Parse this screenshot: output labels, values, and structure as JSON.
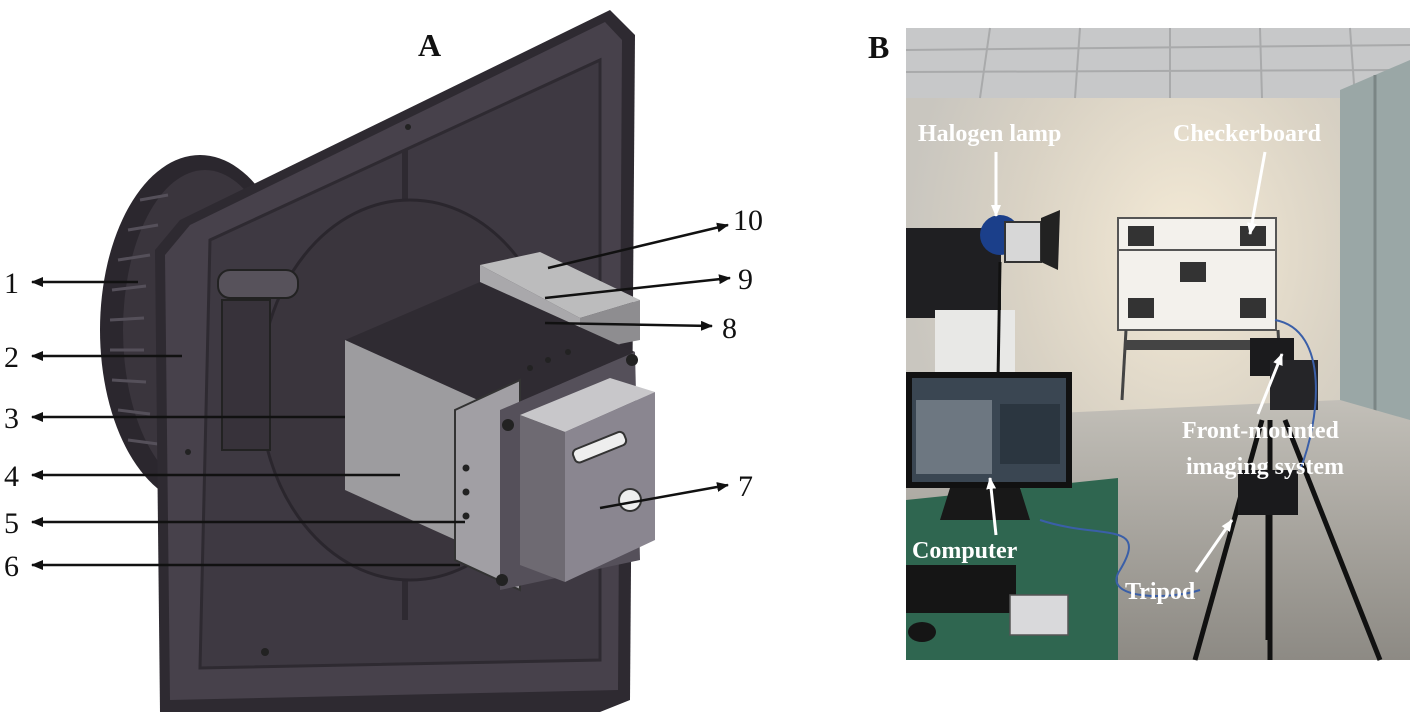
{
  "panel_a": {
    "letter": "A",
    "callouts": [
      "1",
      "2",
      "3",
      "4",
      "5",
      "6",
      "7",
      "8",
      "9",
      "10"
    ],
    "colors": {
      "plate": "#47414b",
      "plate_edge": "#2e2a31",
      "housing": "#9a9a9c",
      "end_cap": "#8a8690"
    }
  },
  "panel_b": {
    "letter": "B",
    "labels": {
      "halogen_lamp": "Halogen lamp",
      "checkerboard": "Checkerboard",
      "front_mounted_line1": "Front-mounted",
      "front_mounted_line2": "imaging system",
      "computer": "Computer",
      "tripod": "Tripod"
    }
  }
}
